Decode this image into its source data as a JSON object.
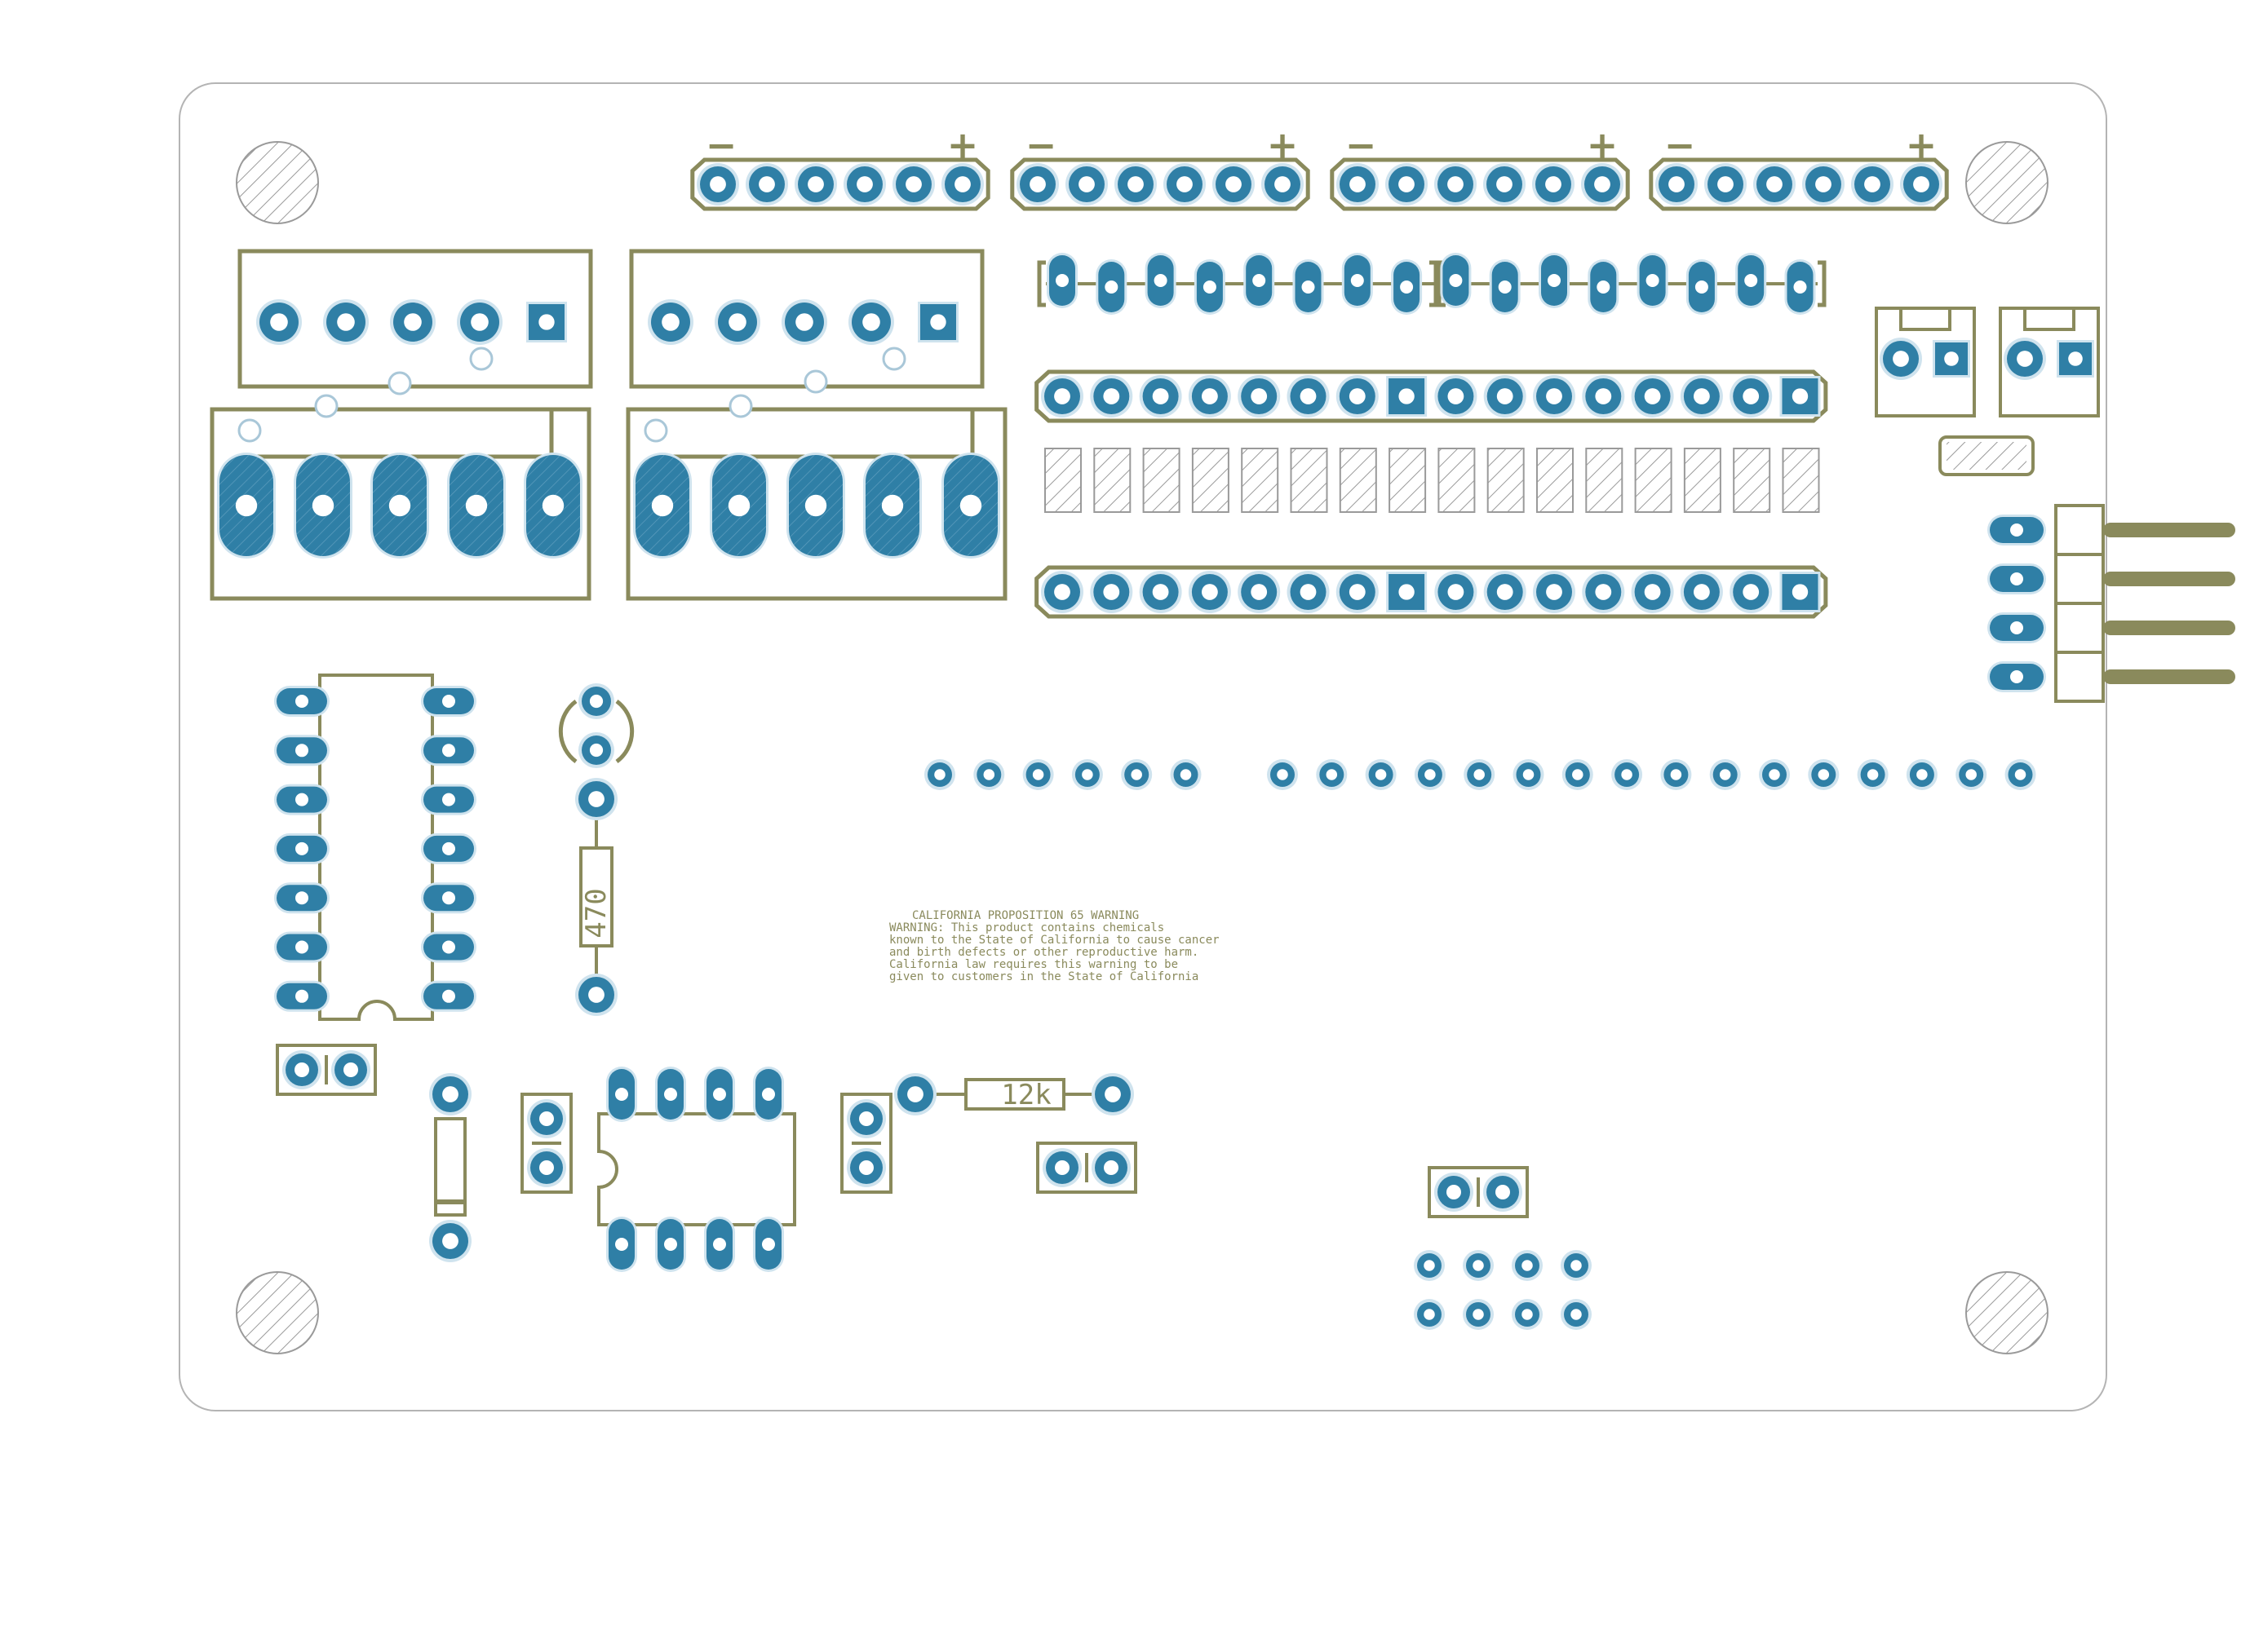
{
  "colors": {
    "silk": "#8a8a5c",
    "pad": "#2f7fa6",
    "pad_ring": "#cfe3ee",
    "outline": "#b4b4b4",
    "hatch": "#9a9a9a"
  },
  "polarity": {
    "minus": "−",
    "plus": "+"
  },
  "labels": {
    "resistor_470": "470",
    "resistor_12k": "12k"
  },
  "warning": {
    "lines": [
      "CALIFORNIA PROPOSITION 65 WARNING",
      "WARNING: This product contains chemicals",
      "known to the State of California to cause cancer",
      "and birth defects or other reproductive harm.",
      "California law requires this warning to be",
      "given to customers in the State of California"
    ]
  },
  "icons": {
    "mounting_hole": "hatched-circle-icon",
    "pad": "through-hole-pad-icon",
    "square_pad": "square-pad-icon"
  }
}
